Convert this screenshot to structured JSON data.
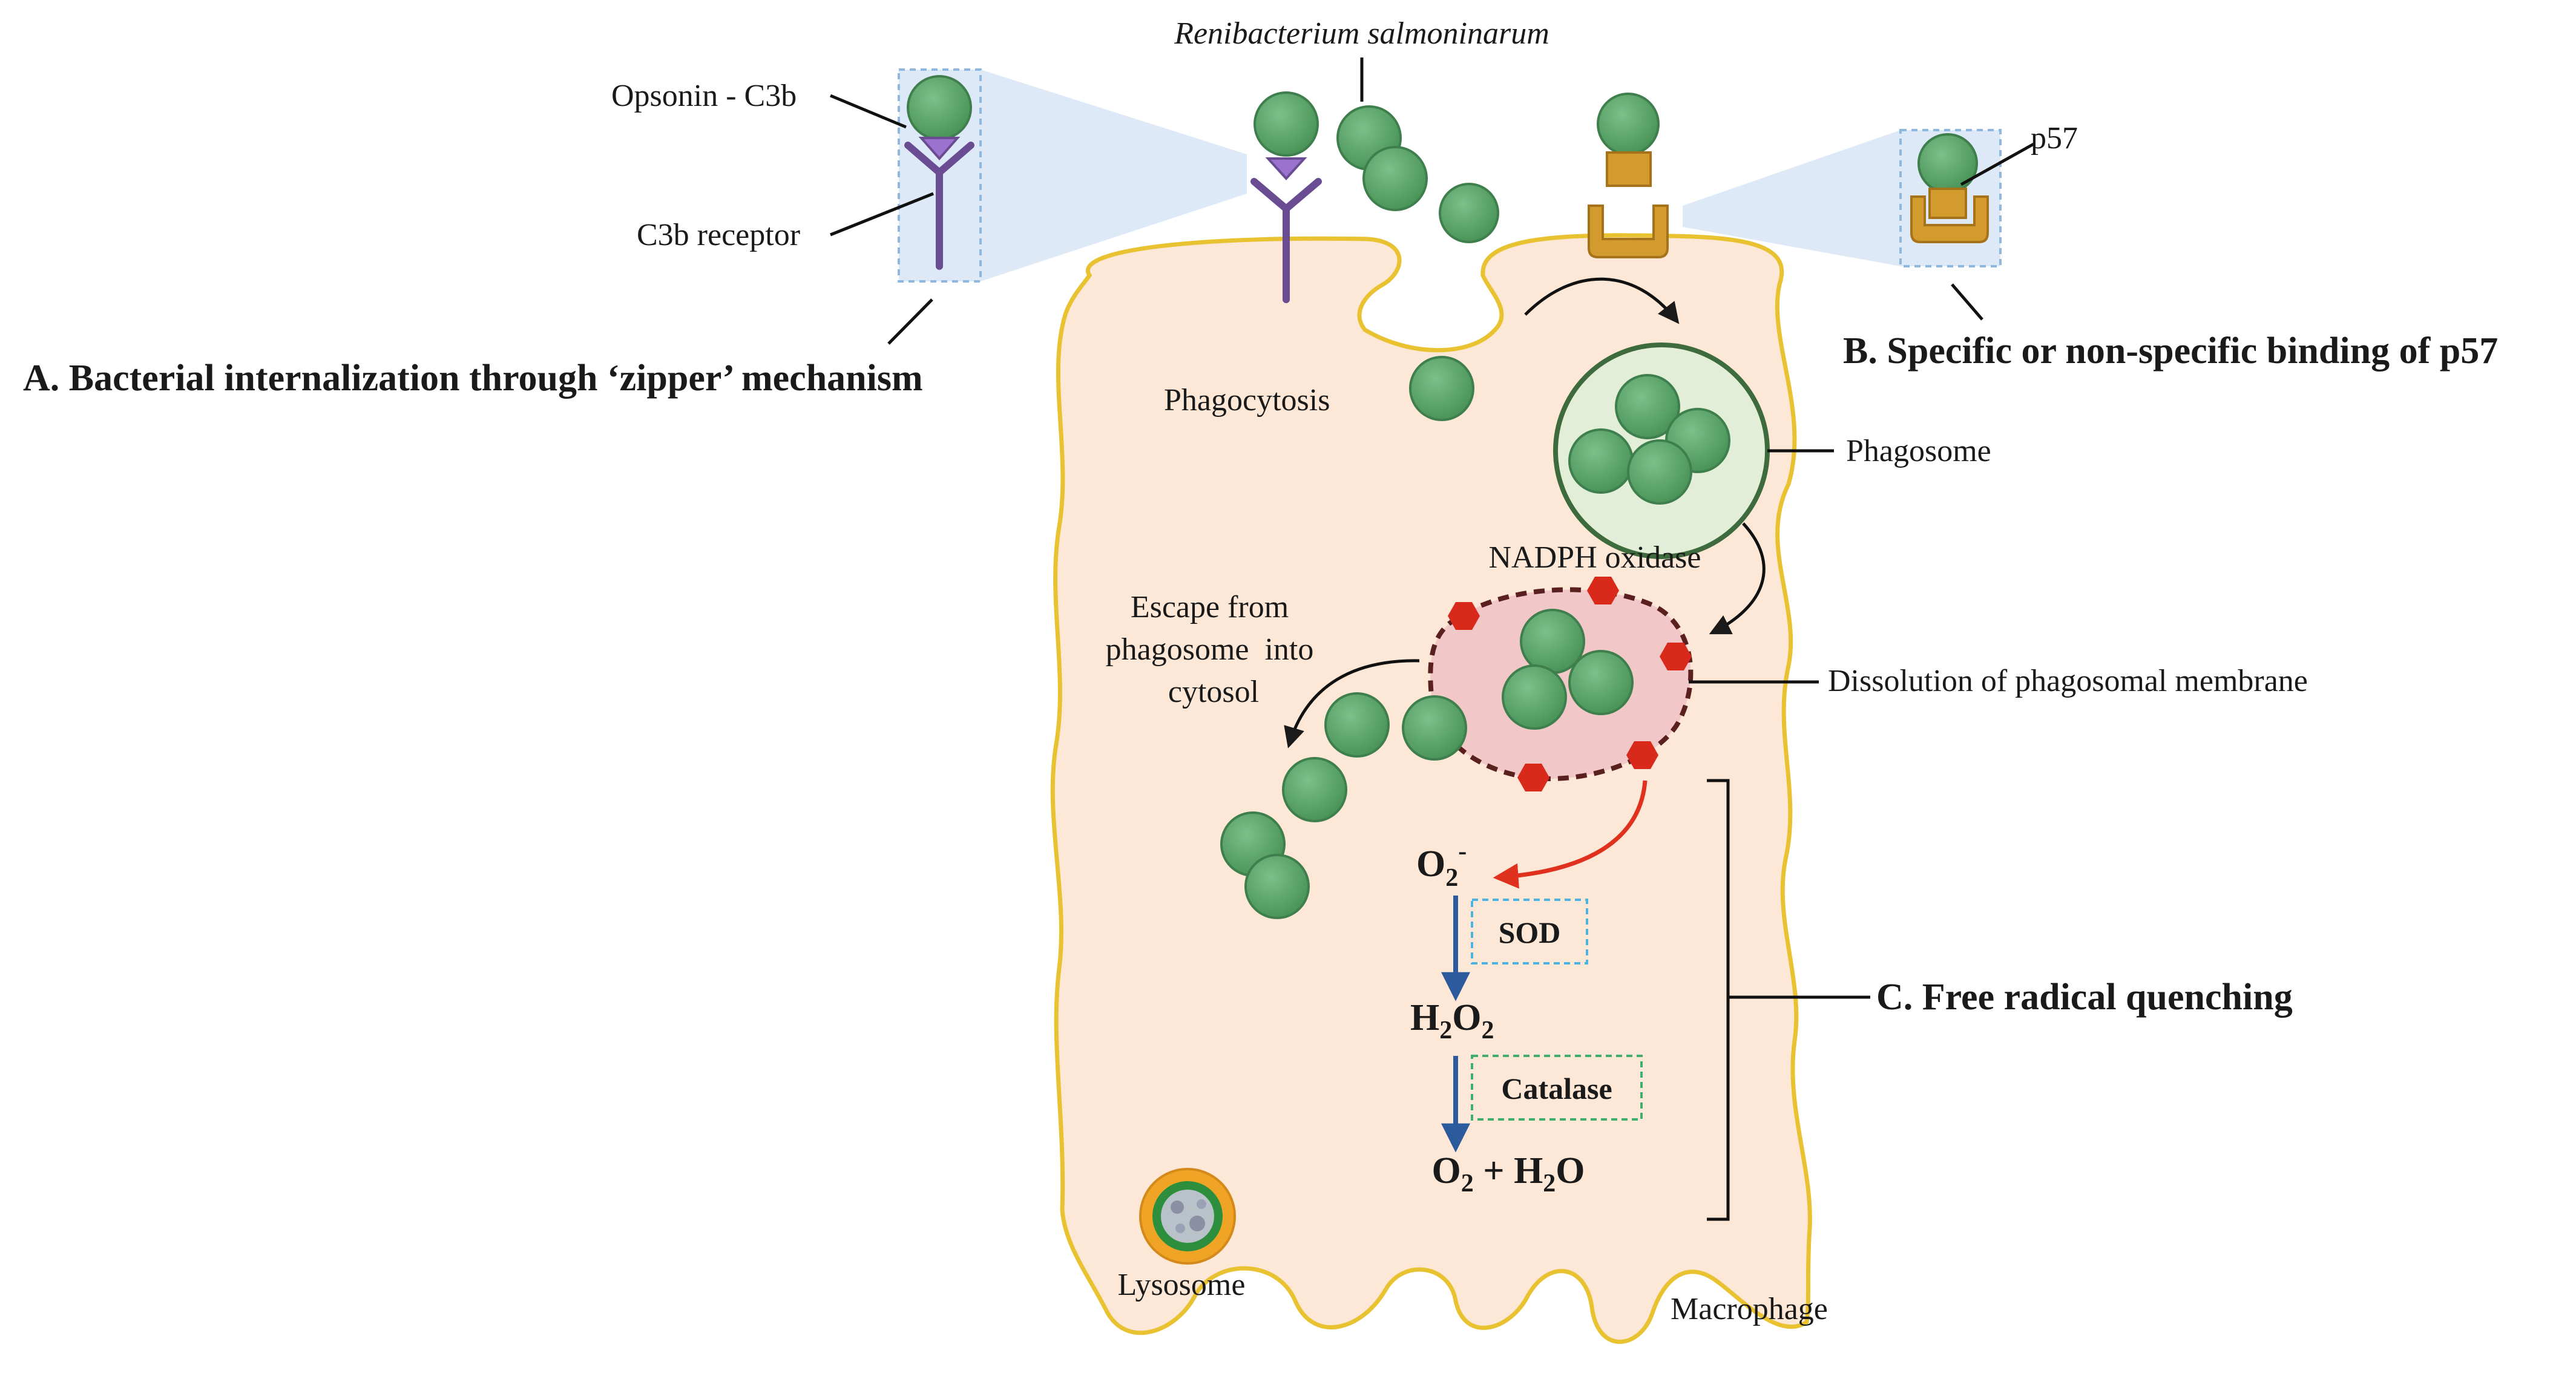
{
  "title": "",
  "labels": {
    "species": "Renibacterium salmoninarum",
    "opsonin": "Opsonin - C3b",
    "receptor": "C3b receptor",
    "p57": "p57",
    "phagocytosis": "Phagocytosis",
    "phagosome": "Phagosome",
    "nadph": "NADPH oxidase",
    "escape": [
      "Escape from",
      "phagosome  into",
      "cytosol"
    ],
    "dissolution": "Dissolution of phagosomal membrane",
    "lysosome": "Lysosome",
    "macrophage": "Macrophage"
  },
  "headings": {
    "a": "A. Bacterial internalization through ‘zipper’ mechanism",
    "b": "B. Specific or non-specific binding of p57",
    "c": "C. Free radical quenching"
  },
  "chem": {
    "superoxide": {
      "base": "O",
      "sub": "2",
      "sup": "-"
    },
    "peroxide": {
      "p1": "H",
      "s1": "2",
      "p2": "O",
      "s2": "2"
    },
    "products": {
      "p1": "O",
      "s1": "2",
      "p2": " + H",
      "s2": "2",
      "p3": "O"
    }
  },
  "enzymes": {
    "sod": "SOD",
    "catalase": "Catalase"
  },
  "colors": {
    "cell_fill": "#fde7d6",
    "cell_outline": "#e8c230",
    "bacterium": "#5aa36a",
    "bacterium_edge": "#3f7f4d",
    "receptor": "#6a4c93",
    "receptor_light": "#9b72cf",
    "p57_box": "#d39a2e",
    "phagosome_fill": "#e3eed9",
    "phagosome_edge": "#3d6b3d",
    "dissolving_fill": "#f2c7c7",
    "nadph_red": "#d9291b",
    "arrow_blue": "#2b5b9c",
    "arrow_red": "#e0301e",
    "dash_blue": "#4fb3e0",
    "dash_green": "#3fae6f",
    "callout_fill": "#dde9f6"
  }
}
